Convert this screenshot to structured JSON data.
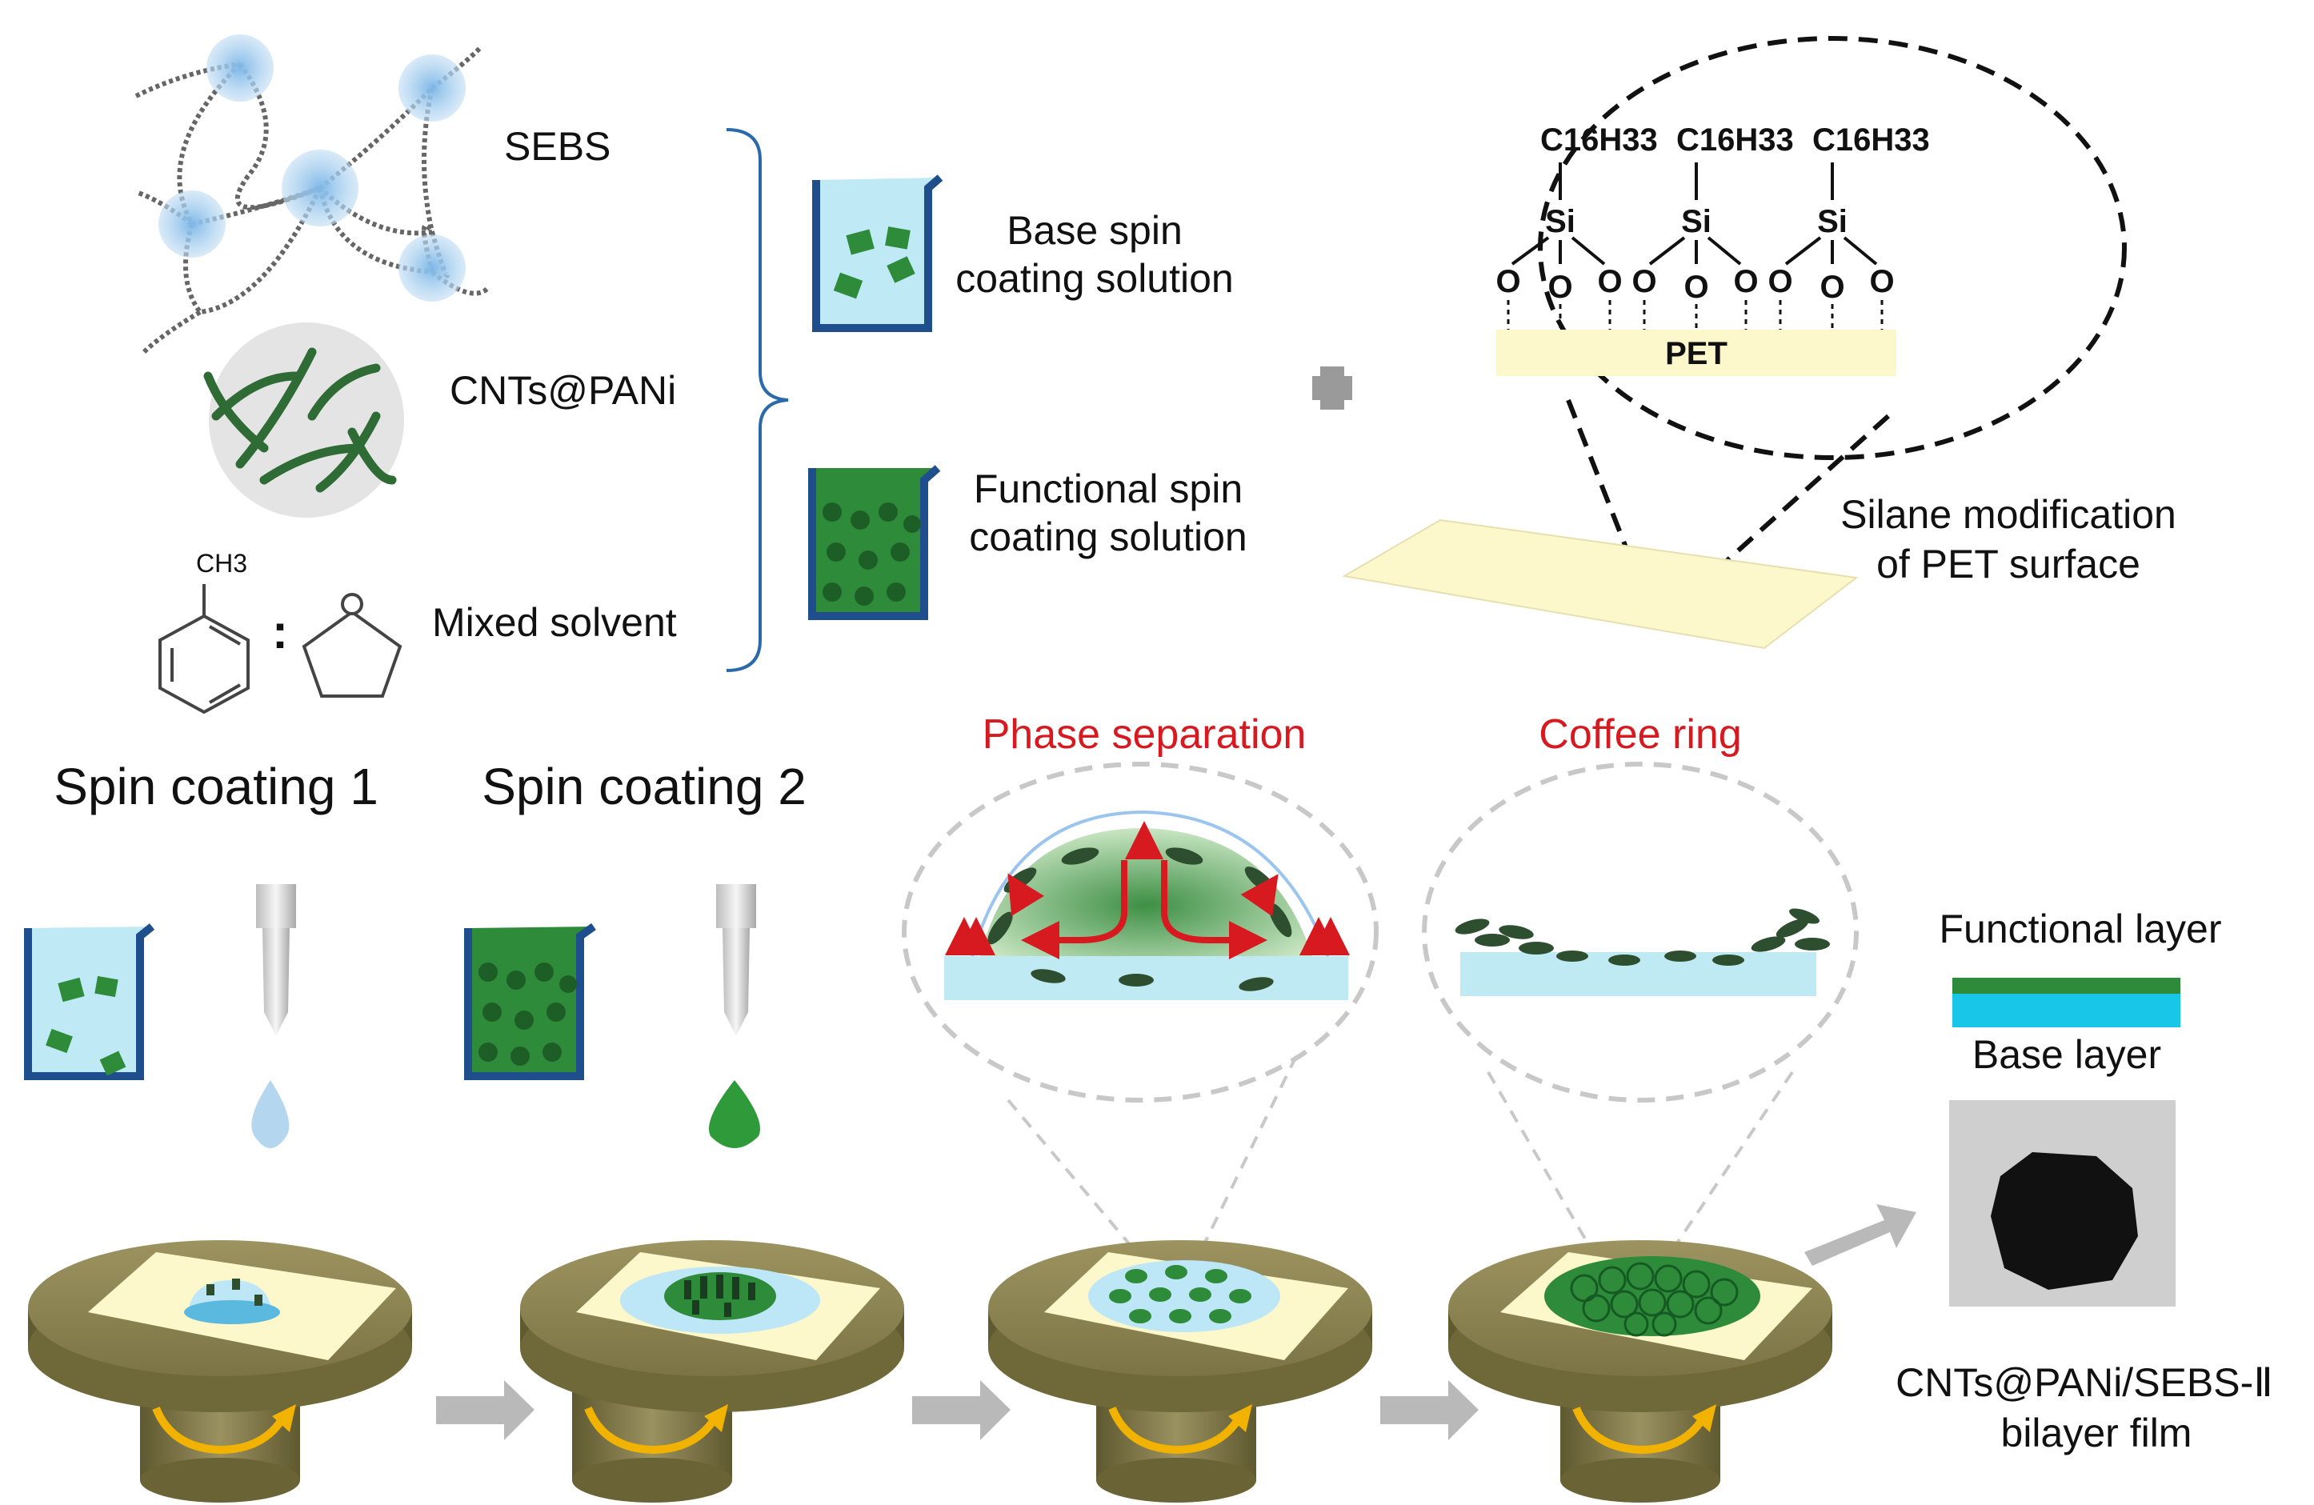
{
  "materials": {
    "sebs": "SEBS",
    "cnts": "CNTs@PANi",
    "solvent": "Mixed solvent",
    "ch3": "CH3"
  },
  "solutions": {
    "base_line1": "Base spin",
    "base_line2": "coating solution",
    "func_line1": "Functional spin",
    "func_line2": "coating solution"
  },
  "silane": {
    "c16": "C16H33",
    "si": "Si",
    "o": "O",
    "pet": "PET",
    "line1": "Silane modification",
    "line2": "of PET surface"
  },
  "steps": {
    "spin1": "Spin coating 1",
    "spin2": "Spin coating 2",
    "phase": "Phase separation",
    "coffee": "Coffee ring"
  },
  "layers": {
    "functional": "Functional layer",
    "base": "Base layer"
  },
  "result": {
    "line1": "CNTs@PANi/SEBS-Ⅱ",
    "line2": "bilayer film"
  },
  "colors": {
    "beaker": "#1f4e8c",
    "liquid": "#bfe9f5",
    "green": "#2e8b3a",
    "dark_green": "#1d5e27",
    "cyan_layer": "#18c7e8",
    "pet": "#fdf7cc",
    "stage": "#8c8350",
    "arrow_gray": "#b9b9b9",
    "red": "#d71920",
    "rotate_arrow": "#f2b300"
  }
}
